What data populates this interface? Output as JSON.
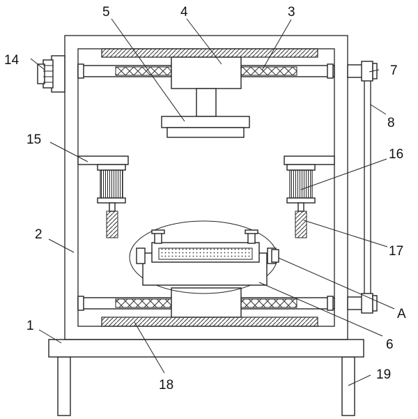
{
  "figure": {
    "callouts": [
      {
        "id": "c1",
        "text": "1"
      },
      {
        "id": "c2",
        "text": "2"
      },
      {
        "id": "c3",
        "text": "3"
      },
      {
        "id": "c4",
        "text": "4"
      },
      {
        "id": "c5",
        "text": "5"
      },
      {
        "id": "c6",
        "text": "6"
      },
      {
        "id": "c7",
        "text": "7"
      },
      {
        "id": "c8",
        "text": "8"
      },
      {
        "id": "c14",
        "text": "14"
      },
      {
        "id": "c15",
        "text": "15"
      },
      {
        "id": "c16",
        "text": "16"
      },
      {
        "id": "c17",
        "text": "17"
      },
      {
        "id": "c18",
        "text": "18"
      },
      {
        "id": "c19",
        "text": "19"
      },
      {
        "id": "cA",
        "text": "A"
      }
    ]
  }
}
